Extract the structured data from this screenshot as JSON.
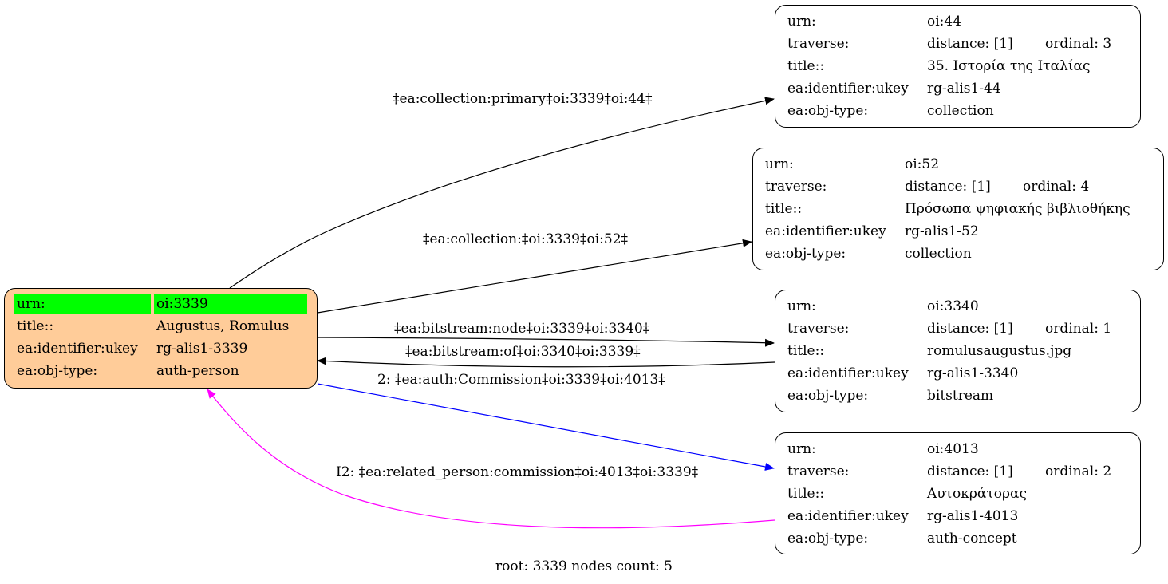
{
  "nodes": {
    "root": {
      "urn_key": "urn:",
      "urn_val": "oi:3339",
      "title_key": "title::",
      "title_val": "Augustus, Romulus",
      "ukey_key": "ea:identifier:ukey",
      "ukey_val": "rg-alis1-3339",
      "type_key": "ea:obj-type:",
      "type_val": "auth-person"
    },
    "n44": {
      "urn_key": "urn:",
      "urn_val": "oi:44",
      "trav_key": "traverse:",
      "distance": "distance: [1]",
      "ordinal": "ordinal: 3",
      "title_key": "title::",
      "title_val": "35. Ιστορία της Ιταλίας",
      "ukey_key": "ea:identifier:ukey",
      "ukey_val": "rg-alis1-44",
      "type_key": "ea:obj-type:",
      "type_val": "collection"
    },
    "n52": {
      "urn_key": "urn:",
      "urn_val": "oi:52",
      "trav_key": "traverse:",
      "distance": "distance: [1]",
      "ordinal": "ordinal: 4",
      "title_key": "title::",
      "title_val": "Πρόσωπα ψηφιακής βιβλιοθήκης",
      "ukey_key": "ea:identifier:ukey",
      "ukey_val": "rg-alis1-52",
      "type_key": "ea:obj-type:",
      "type_val": "collection"
    },
    "n3340": {
      "urn_key": "urn:",
      "urn_val": "oi:3340",
      "trav_key": "traverse:",
      "distance": "distance: [1]",
      "ordinal": "ordinal: 1",
      "title_key": "title::",
      "title_val": "romulusaugustus.jpg",
      "ukey_key": "ea:identifier:ukey",
      "ukey_val": "rg-alis1-3340",
      "type_key": "ea:obj-type:",
      "type_val": "bitstream"
    },
    "n4013": {
      "urn_key": "urn:",
      "urn_val": "oi:4013",
      "trav_key": "traverse:",
      "distance": "distance: [1]",
      "ordinal": "ordinal: 2",
      "title_key": "title::",
      "title_val": "Αυτοκράτορας",
      "ukey_key": "ea:identifier:ukey",
      "ukey_val": "rg-alis1-4013",
      "type_key": "ea:obj-type:",
      "type_val": "auth-concept"
    }
  },
  "edges": {
    "e44": {
      "label": "‡ea:collection:primary‡oi:3339‡oi:44‡",
      "color": "#000000"
    },
    "e52": {
      "label": "‡ea:collection:‡oi:3339‡oi:52‡",
      "color": "#000000"
    },
    "e3340_out": {
      "label": "‡ea:bitstream:node‡oi:3339‡oi:3340‡",
      "color": "#000000"
    },
    "e3340_in": {
      "label": "‡ea:bitstream:of‡oi:3340‡oi:3339‡",
      "color": "#000000"
    },
    "e4013_out": {
      "label": "2: ‡ea:auth:Commission‡oi:3339‡oi:4013‡",
      "color": "#0000ff"
    },
    "e4013_in": {
      "label": "I2: ‡ea:related_person:commission‡oi:4013‡oi:3339‡",
      "color": "#ff00ff"
    }
  },
  "colors": {
    "root_fill": "#ffcc99",
    "urn_highlight": "#00ff00"
  },
  "footer": "root: 3339 nodes count: 5"
}
